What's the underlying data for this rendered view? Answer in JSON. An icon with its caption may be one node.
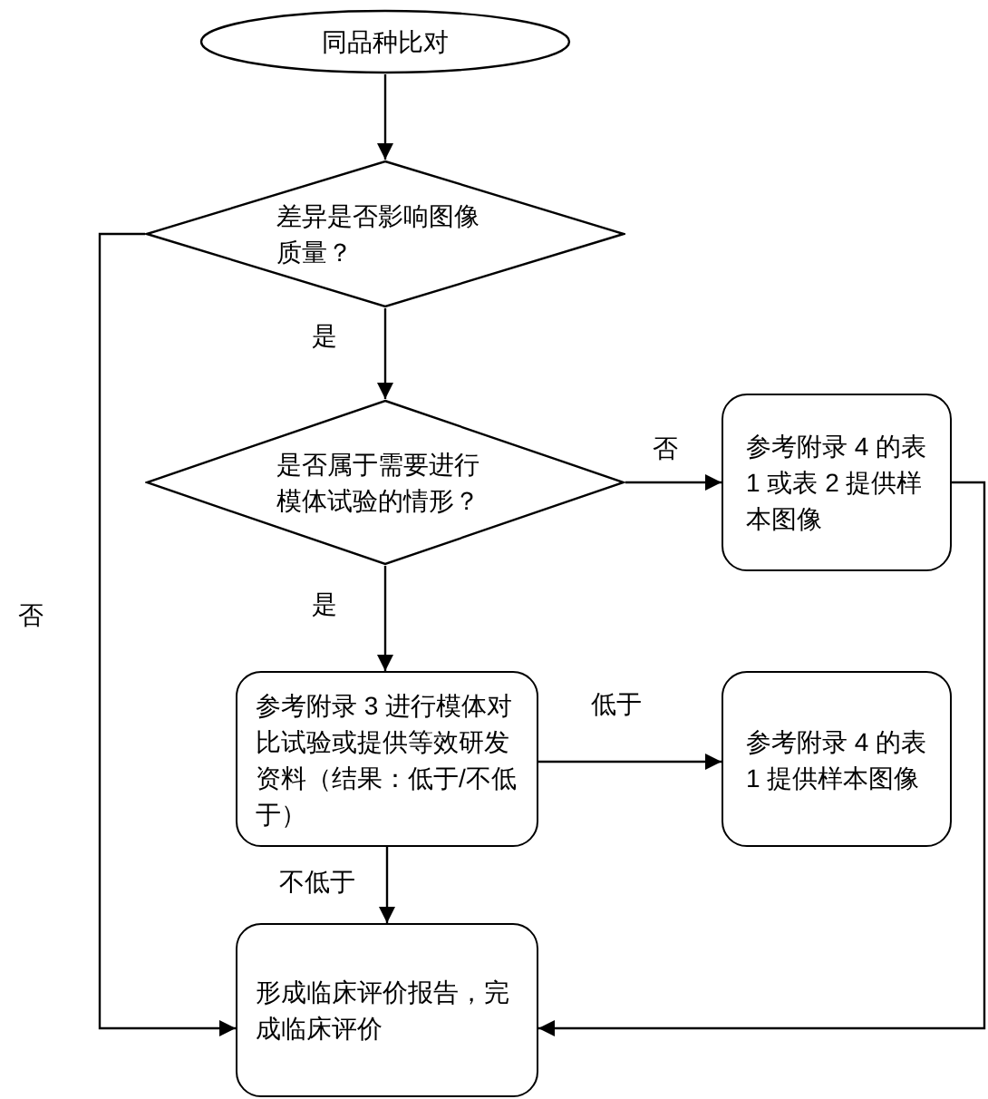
{
  "diagram": {
    "nodes": [
      {
        "text": [
          "同品种比对"
        ]
      },
      {
        "text": [
          "差异是否影响图像质量？"
        ]
      },
      {
        "text": [
          "是否属于需要进行模体试验的情形？"
        ]
      },
      {
        "text": [
          "参考附录 4 的表 1 或表 2 提供样本图像"
        ]
      },
      {
        "text": [
          "参考附录 3 进行模体对比试验或提供等效研发资料（结果：低于/不低于）"
        ]
      },
      {
        "text": [
          "参考附录 4 的表 1 提供样本图像"
        ]
      },
      {
        "text": [
          "形成临床评价报告，完成临床评价"
        ]
      }
    ],
    "edges": [
      {
        "from": 0,
        "to": 1,
        "arrow": "to"
      },
      {
        "from": 1,
        "to": 2,
        "arrow": "to",
        "label": "是"
      },
      {
        "from": 1,
        "to": 6,
        "arrow": "to",
        "label": "否"
      },
      {
        "from": 2,
        "to": 3,
        "arrow": "to",
        "label": "否"
      },
      {
        "from": 2,
        "to": 4,
        "arrow": "to",
        "label": "是"
      },
      {
        "from": 4,
        "to": 5,
        "arrow": "to",
        "label": "低于"
      },
      {
        "from": 4,
        "to": 6,
        "arrow": "to",
        "label": "不低于"
      },
      {
        "from": 3,
        "to": 6,
        "arrow": "to"
      }
    ]
  }
}
